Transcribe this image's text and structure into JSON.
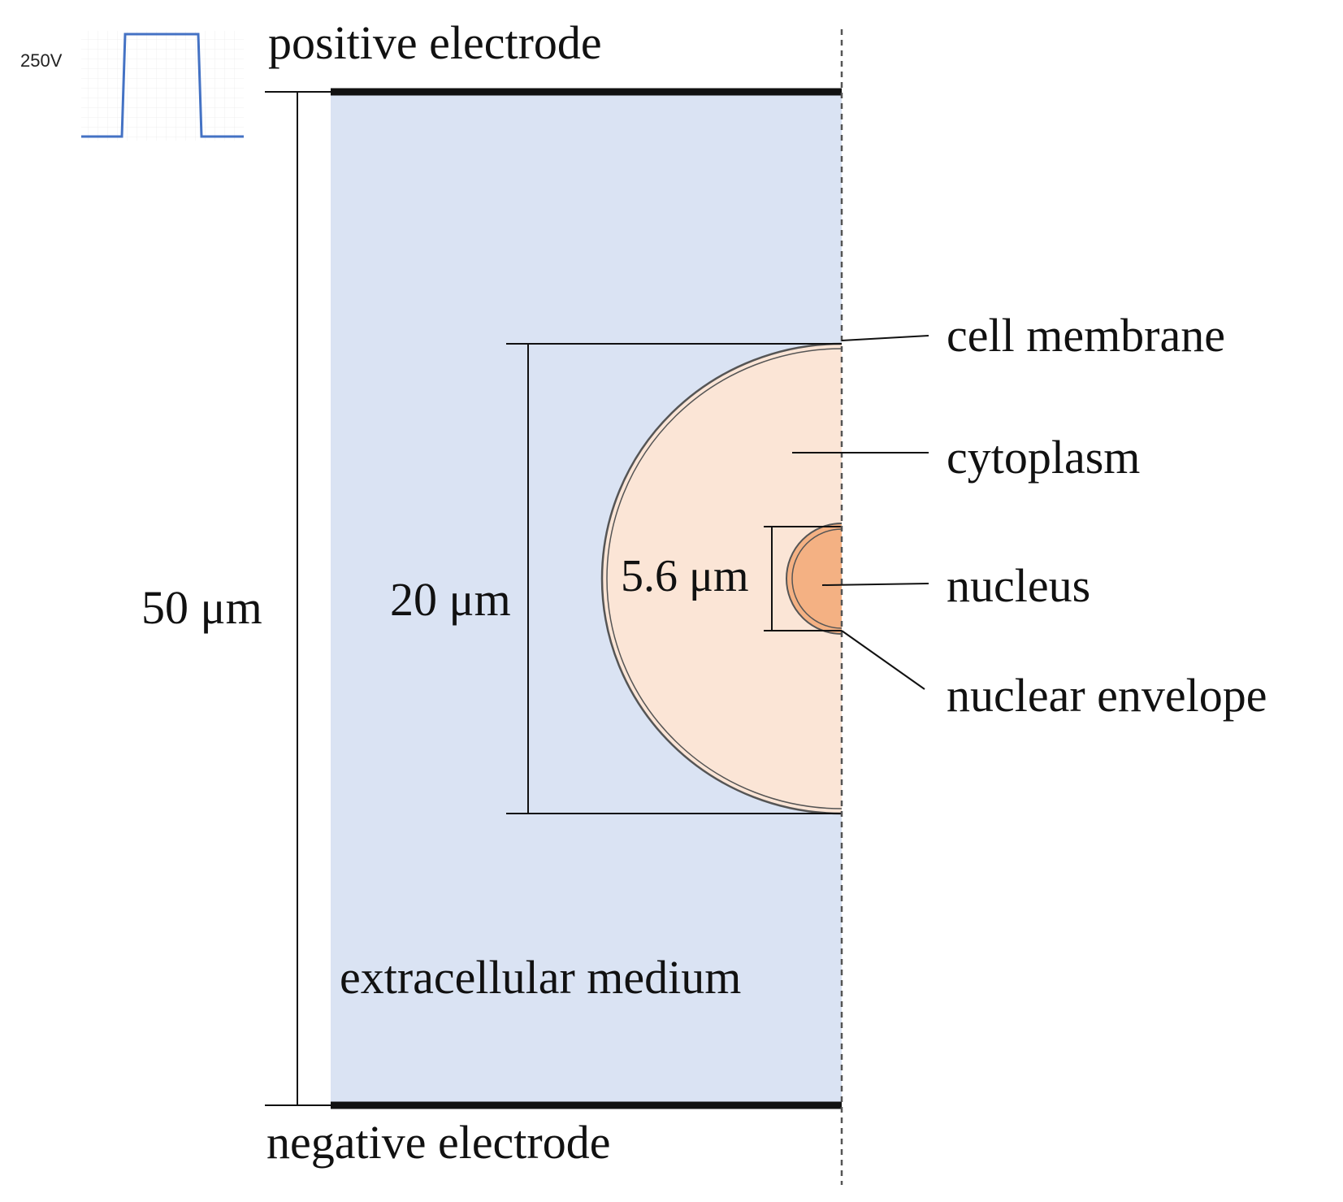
{
  "colors": {
    "medium": "#dae3f3",
    "cytoplasm": "#fbe5d6",
    "nucleus": "#f4b183",
    "line": "#111111",
    "pulse": "#4472c4",
    "grid": "#f0f0f0"
  },
  "pulse": {
    "amplitude_label": "250V"
  },
  "electrodes": {
    "positive": "positive electrode",
    "negative": "negative electrode"
  },
  "dimensions": {
    "domain_height": "50 μm",
    "cell_diameter": "20 μm",
    "nucleus_diameter": "5.6 μm"
  },
  "regions": {
    "medium": "extracellular medium"
  },
  "labels": {
    "cell_membrane": "cell membrane",
    "cytoplasm": "cytoplasm",
    "nucleus": "nucleus",
    "nuclear_envelope": "nuclear envelope"
  }
}
